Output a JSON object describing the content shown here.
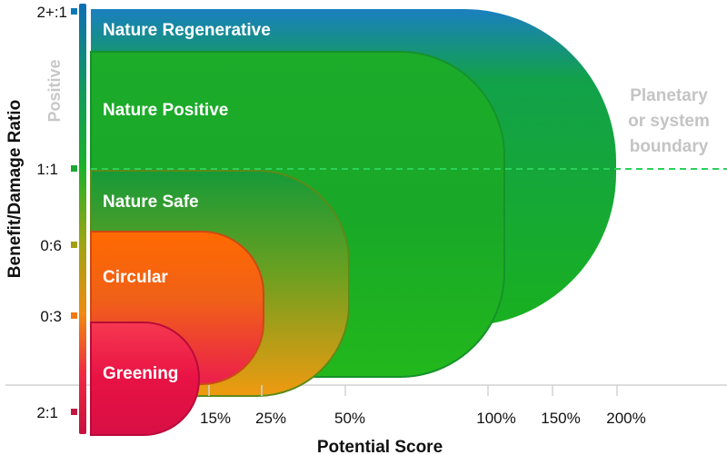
{
  "diagram": {
    "y_axis_title": "Benefit/Damage Ratio",
    "x_axis_title": "Potential Score",
    "side_label": "Positive",
    "boundary_lines": [
      "Planetary",
      "or system",
      "boundary"
    ],
    "y_ticks": [
      {
        "label": "2+:1",
        "color": "#0a78b8"
      },
      {
        "label": "1:1",
        "color": "#1aa832"
      },
      {
        "label": "0:6",
        "color": "#a0a010"
      },
      {
        "label": "0:3",
        "color": "#f07a10"
      },
      {
        "label": "2:1",
        "color": "#c01840"
      }
    ],
    "x_ticks": [
      "15%",
      "25%",
      "50%",
      "100%",
      "150%",
      "200%"
    ],
    "levels": [
      {
        "label": "Nature Regenerative",
        "colors": [
          "#1a7fc0",
          "#12a14a",
          "#19b020"
        ]
      },
      {
        "label": "Nature Positive",
        "colors": [
          "#1dab2a",
          "#19a828",
          "#22b81c"
        ]
      },
      {
        "label": "Nature Safe",
        "colors": [
          "#159a38",
          "#6aa020",
          "#f09a10"
        ]
      },
      {
        "label": "Circular",
        "colors": [
          "#ff6a00",
          "#f06018",
          "#ec1e4c"
        ]
      },
      {
        "label": "Greening",
        "colors": [
          "#f63850",
          "#e81244",
          "#d80f45"
        ]
      }
    ],
    "dashed_line_color": "#2bd15a"
  }
}
